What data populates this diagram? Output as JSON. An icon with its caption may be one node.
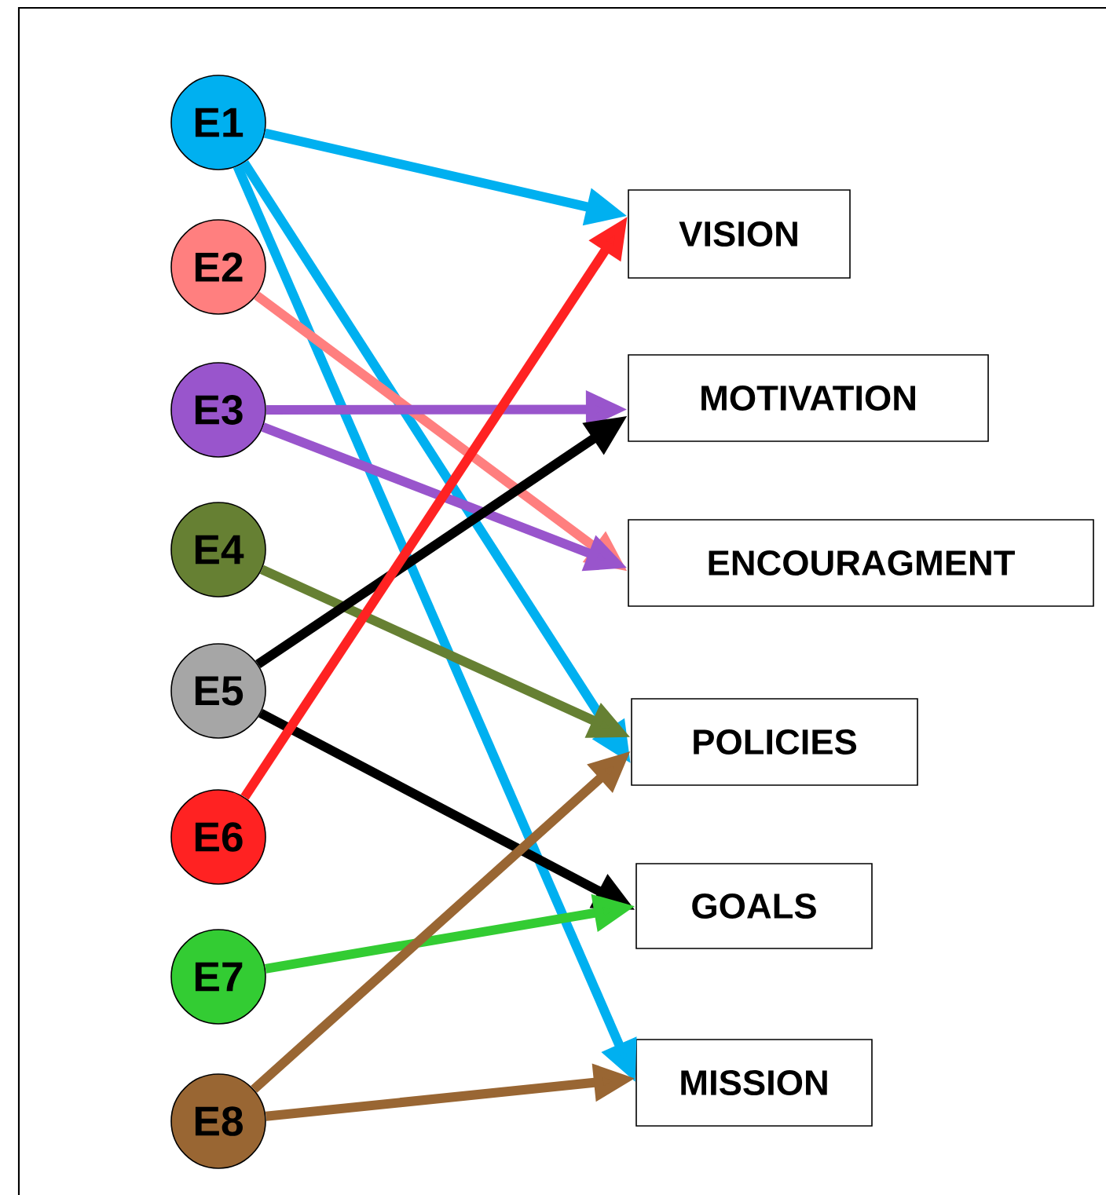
{
  "diagram": {
    "nodes": [
      {
        "text": [
          "E1"
        ]
      },
      {
        "text": [
          "E2"
        ]
      },
      {
        "text": [
          "E3"
        ]
      },
      {
        "text": [
          "E4"
        ]
      },
      {
        "text": [
          "E5"
        ]
      },
      {
        "text": [
          "E6"
        ]
      },
      {
        "text": [
          "E7"
        ]
      },
      {
        "text": [
          "E8"
        ]
      },
      {
        "text": [
          "VISION"
        ]
      },
      {
        "text": [
          "MOTIVATION"
        ]
      },
      {
        "text": [
          "ENCOURAGMENT"
        ]
      },
      {
        "text": [
          "POLICIES"
        ]
      },
      {
        "text": [
          "GOALS"
        ]
      },
      {
        "text": [
          "MISSION"
        ]
      }
    ],
    "edges": [
      {
        "from": 0,
        "to": 8,
        "arrow": "to",
        "color": "#00b0f0"
      },
      {
        "from": 0,
        "to": 11,
        "arrow": "to",
        "color": "#00b0f0"
      },
      {
        "from": 0,
        "to": 13,
        "arrow": "to",
        "color": "#00b0f0"
      },
      {
        "from": 1,
        "to": 10,
        "arrow": "to",
        "color": "#ff7f7f"
      },
      {
        "from": 2,
        "to": 9,
        "arrow": "to",
        "color": "#9955cc"
      },
      {
        "from": 2,
        "to": 10,
        "arrow": "to",
        "color": "#9955cc"
      },
      {
        "from": 3,
        "to": 11,
        "arrow": "to",
        "color": "#668033"
      },
      {
        "from": 4,
        "to": 9,
        "arrow": "to",
        "color": "#000000"
      },
      {
        "from": 4,
        "to": 12,
        "arrow": "to",
        "color": "#000000"
      },
      {
        "from": 5,
        "to": 8,
        "arrow": "to",
        "color": "#ff2222"
      },
      {
        "from": 6,
        "to": 12,
        "arrow": "to",
        "color": "#33cc33"
      },
      {
        "from": 7,
        "to": 11,
        "arrow": "to",
        "color": "#996633"
      },
      {
        "from": 7,
        "to": 13,
        "arrow": "to",
        "color": "#996633"
      }
    ]
  }
}
